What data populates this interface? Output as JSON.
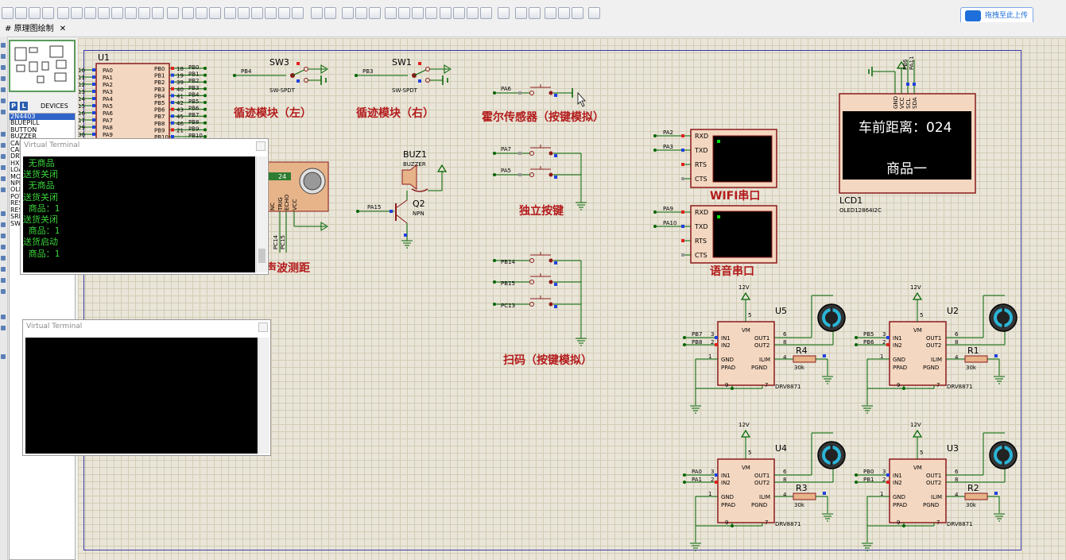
{
  "toolbar": {
    "upload_label": "拖拽至此上传"
  },
  "tabs": [
    {
      "label": "原理图绘制"
    }
  ],
  "device_panel": {
    "p_label": "P",
    "l_label": "L",
    "header": "DEVICES",
    "items": [
      "2N4403",
      "BLUEPILL",
      "BUTTON",
      "BUZZER",
      "CAP",
      "CAP",
      "DRV",
      "HX7",
      "LOA",
      "MOT",
      "NPN",
      "OLE",
      "POT",
      "RES",
      "RES",
      "SRF",
      "SW-"
    ]
  },
  "terminal1": {
    "title": "Virtual Terminal",
    "lines": [
      " 无商品",
      "送货关闭",
      " 无商品",
      "送货关闭",
      " 商品：1",
      "送货关闭",
      " 商品：1",
      "送货启动",
      " 商品：1"
    ]
  },
  "terminal2": {
    "title": "Virtual Terminal"
  },
  "schematic": {
    "mcu": {
      "ref": "U1",
      "left_pins": [
        "PA0",
        "PA1",
        "PA2",
        "PA3",
        "PA4",
        "PA5",
        "PA6",
        "PA7",
        "PA8",
        "PA9"
      ],
      "left_nums": [
        "10",
        "11",
        "12",
        "13",
        "14",
        "15",
        "16",
        "17",
        "29",
        "30"
      ],
      "right_pins": [
        "PB0",
        "PB1",
        "PB2",
        "PB3",
        "PB4",
        "PB5",
        "PB6",
        "PB7",
        "PB8",
        "PB9",
        "PB10"
      ],
      "right_nums": [
        "18",
        "19",
        "39",
        "40",
        "41",
        "42",
        "43",
        "45",
        "46",
        "21"
      ],
      "right_ext": [
        "PB0",
        "PB1",
        "PB2",
        "PB3",
        "PB4",
        "PB5",
        "PB6",
        "PB7",
        "PB8",
        "PB9",
        "PB10"
      ]
    },
    "sw3": {
      "ref": "SW3",
      "type": "SW-SPDT",
      "net": "PB4",
      "label": "循迹模块（左）"
    },
    "sw1": {
      "ref": "SW1",
      "type": "SW-SPDT",
      "net": "PB3",
      "label": "循迹模块（右）"
    },
    "hall": {
      "net": "PA6",
      "label": "霍尔传感器（按键模拟）"
    },
    "buzzer": {
      "ref": "BUZ1",
      "type": "BUZZER"
    },
    "q2": {
      "ref": "Q2",
      "type": "NPN",
      "net": "PA15"
    },
    "keys": {
      "nets": [
        "PA7",
        "PA5"
      ],
      "label": "独立按键"
    },
    "scan": {
      "nets": [
        "PB14",
        "PB15",
        "PC13"
      ],
      "label": "扫码（按键模拟）"
    },
    "ultra": {
      "label": "声波测距",
      "pins": [
        "NC",
        "TRIG",
        "ECHO",
        "VCC"
      ],
      "nets": [
        "PC14",
        "PC15"
      ],
      "value": "24"
    },
    "wifi": {
      "label": "WIFI串口",
      "pins": [
        "RXD",
        "TXD",
        "RTS",
        "CTS"
      ],
      "nets": [
        "PA2",
        "PA3"
      ]
    },
    "voice": {
      "label": "语音串口",
      "pins": [
        "RXD",
        "TXD",
        "RTS",
        "CTS"
      ],
      "nets": [
        "PA9",
        "PA10"
      ]
    },
    "lcd": {
      "ref": "LCD1",
      "type": "OLED12864I2C",
      "line1": "车前距离：024",
      "line2": "商品一",
      "pins": [
        "GND",
        "VCC",
        "SCL",
        "SDA"
      ],
      "top_nets": [
        "PB6",
        "PA11"
      ]
    },
    "drivers": [
      {
        "ref": "U5",
        "r": "R4",
        "rv": "30k",
        "in1": "PB7",
        "in2": "PB8",
        "pn1": "3",
        "pn2": "2"
      },
      {
        "ref": "U2",
        "r": "R1",
        "rv": "30k",
        "in1": "PB5",
        "in2": "PB6",
        "pn1": "3",
        "pn2": "2"
      },
      {
        "ref": "U4",
        "r": "R3",
        "rv": "30k",
        "in1": "PA0",
        "in2": "PA1",
        "pn1": "3",
        "pn2": "2"
      },
      {
        "ref": "U3",
        "r": "R2",
        "rv": "30k",
        "in1": "PB0",
        "in2": "PB1",
        "pn1": "3",
        "pn2": "2"
      }
    ],
    "driver_common": {
      "type": "DRV8871",
      "supply": "12V",
      "vm": "VM",
      "in1": "IN1",
      "in2": "IN2",
      "out1": "OUT1",
      "out2": "OUT2",
      "gnd": "GND",
      "ppad": "PPAD",
      "pgnd": "PGND",
      "ilim": "ILIM",
      "pin_vm": "5",
      "pin_out1": "6",
      "pin_out2": "8",
      "pin_gnd": "1",
      "pin_ilim": "4",
      "pin_ppad": "9",
      "pin_pgnd": "7"
    }
  },
  "colors": {
    "wire": "#006400",
    "label_red": "#b31b1b",
    "chip": "#f4d7c0",
    "chip_border": "#8b1a1a",
    "pin_red": "#e0201c",
    "pin_blue": "#2040e0"
  }
}
